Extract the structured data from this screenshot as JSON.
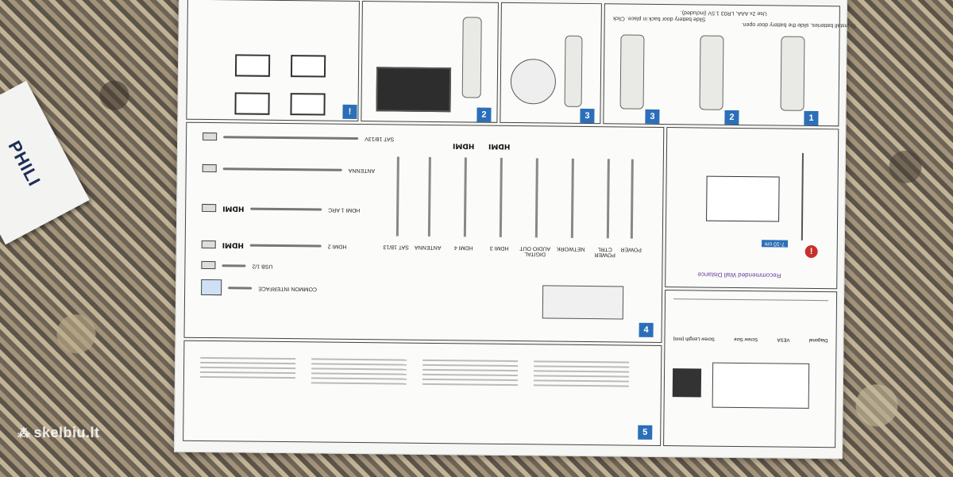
{
  "booklet": {
    "brand": "PHILI"
  },
  "sheet": {
    "install_steps": {
      "step1": "To install batteries, slide the battery door open.",
      "step2": "Use 2x AAA, LR03 1.5V (included).",
      "step3": "Slide battery door back in place. Click"
    },
    "step_numbers": [
      "1",
      "2",
      "3"
    ],
    "ports": {
      "left": [
        "SAT 18/13V",
        "ANTENNA",
        "HDMI 1 ARC",
        "HDMI 2",
        "USB 1/2",
        "COMMON INTERFACE"
      ],
      "bottom": [
        "POWER",
        "POWER CTRL",
        "NETWORK",
        "DIGITAL AUDIO OUT",
        "HDMI 3",
        "HDMI 4",
        "ANTENNA",
        "SAT 18/13"
      ]
    },
    "hdmi_logos": [
      "HDMI",
      "HDMI",
      "HDMI",
      "HDMI"
    ],
    "wall": {
      "title": "Recommended Wall Distance",
      "distance": "7-10 cm"
    },
    "table": {
      "headers": [
        "Diagonal",
        "VESA",
        "Screw Size",
        "Screw Length (mm)"
      ]
    }
  },
  "watermark": {
    "text": "skelbiu.lt"
  }
}
